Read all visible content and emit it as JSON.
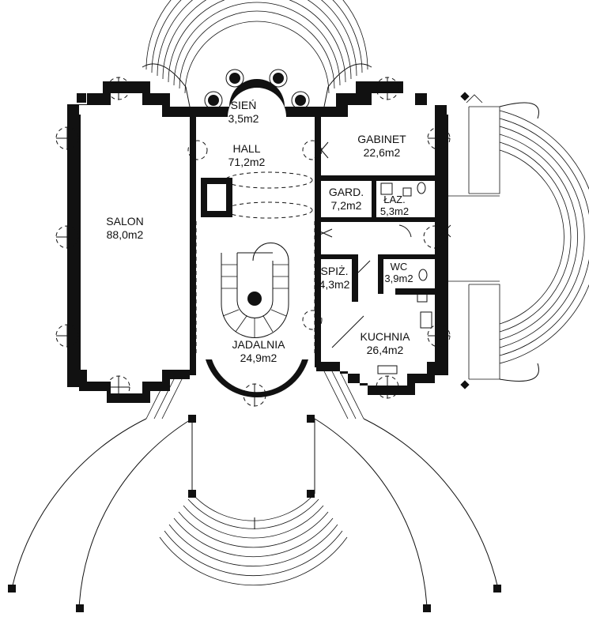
{
  "rooms": [
    {
      "id": "salon",
      "name": "SALON",
      "area": "88,0m2"
    },
    {
      "id": "sien",
      "name": "SIEŃ",
      "area": "3,5m2"
    },
    {
      "id": "hall",
      "name": "HALL",
      "area": "71,2m2"
    },
    {
      "id": "gabinet",
      "name": "GABINET",
      "area": "22,6m2"
    },
    {
      "id": "gard",
      "name": "GARD.",
      "area": "7,2m2"
    },
    {
      "id": "laz",
      "name": "ŁAZ.",
      "area": "5,3m2"
    },
    {
      "id": "spiz",
      "name": "SPIŻ.",
      "area": "4,3m2"
    },
    {
      "id": "wc",
      "name": "WC",
      "area": "3,9m2"
    },
    {
      "id": "jadalnia",
      "name": "JADALNIA",
      "area": "24,9m2"
    },
    {
      "id": "kuchnia",
      "name": "KUCHNIA",
      "area": "26,4m2"
    }
  ]
}
